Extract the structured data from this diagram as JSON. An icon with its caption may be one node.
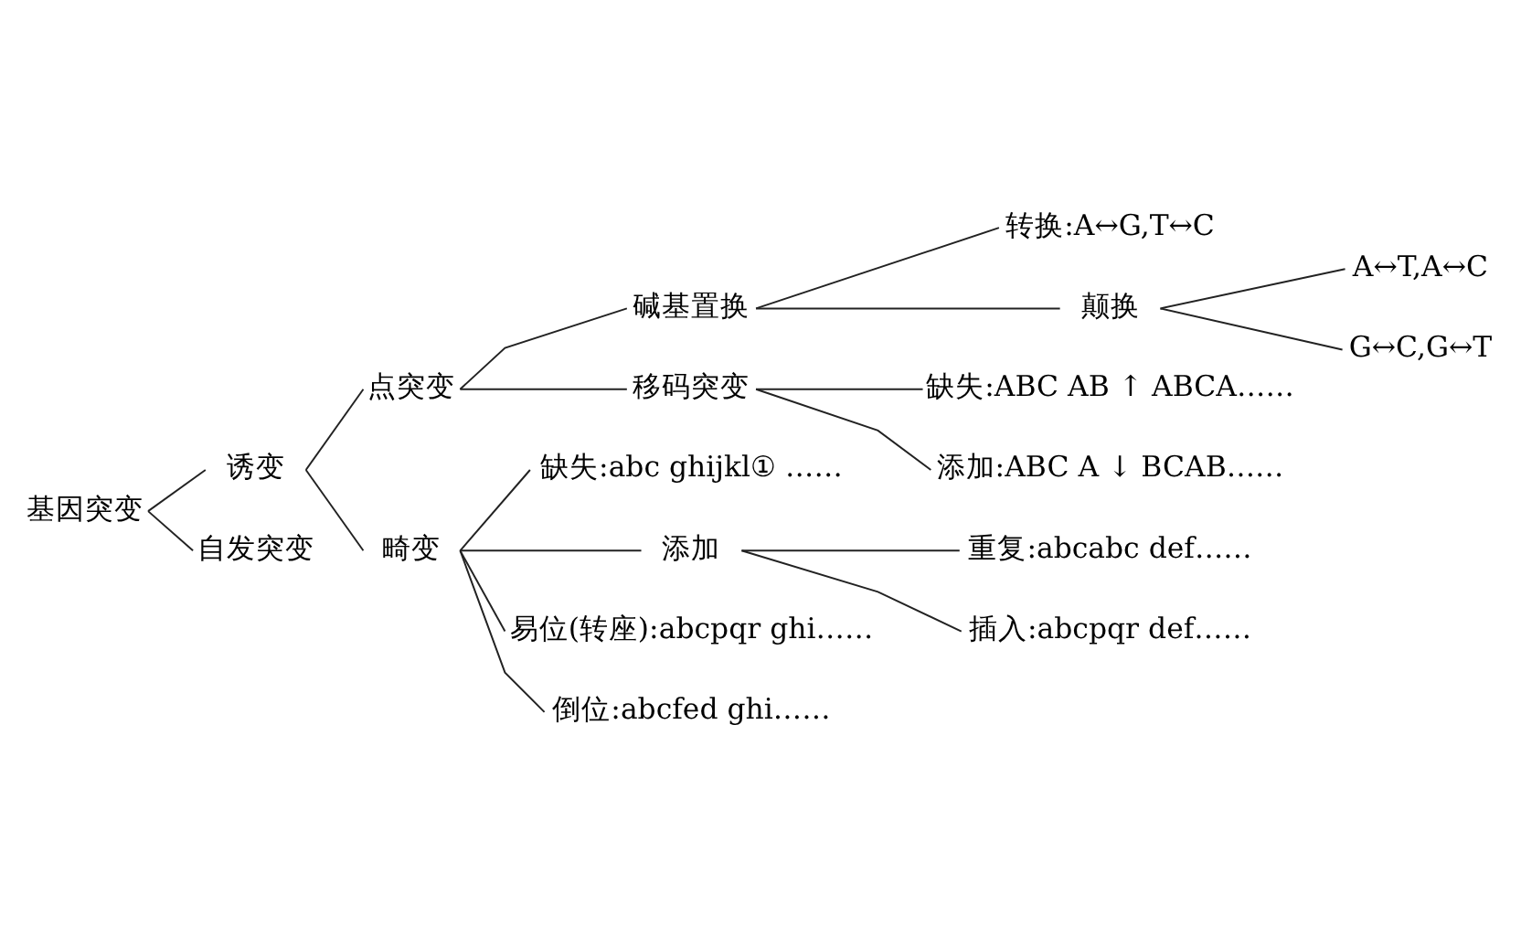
{
  "diagram": {
    "nodes": [
      {
        "text": [
          "基因突变"
        ]
      },
      {
        "text": [
          "诱变"
        ]
      },
      {
        "text": [
          "点突变"
        ]
      },
      {
        "text": [
          "碱基置换"
        ]
      },
      {
        "text": [
          "转换:A↔G,T↔C"
        ]
      },
      {
        "text": [
          "颠换"
        ]
      },
      {
        "text": [
          "A↔T,A↔C"
        ]
      },
      {
        "text": [
          "G↔C,G↔T"
        ]
      },
      {
        "text": [
          "移码突变"
        ]
      },
      {
        "text": [
          "缺失:ABC AB ↑ ABCA……"
        ]
      },
      {
        "text": [
          "添加:ABC A ↓ BCAB……"
        ]
      },
      {
        "text": [
          "畸变"
        ]
      },
      {
        "text": [
          "缺失:abc ghijkl① ……"
        ]
      },
      {
        "text": [
          "添加"
        ]
      },
      {
        "text": [
          "重复:abcabc def……"
        ]
      },
      {
        "text": [
          "插入:abcpqr def……"
        ]
      },
      {
        "text": [
          "易位(转座):abcpqr ghi……"
        ]
      },
      {
        "text": [
          "倒位:abcfed ghi……"
        ]
      },
      {
        "text": [
          "自发突变"
        ]
      }
    ],
    "edges": [
      {
        "from": 0,
        "to": 1,
        "arrow": "none"
      },
      {
        "from": 0,
        "to": 18,
        "arrow": "none"
      },
      {
        "from": 1,
        "to": 2,
        "arrow": "none"
      },
      {
        "from": 1,
        "to": 11,
        "arrow": "none"
      },
      {
        "from": 2,
        "to": 3,
        "arrow": "none"
      },
      {
        "from": 2,
        "to": 8,
        "arrow": "none"
      },
      {
        "from": 3,
        "to": 4,
        "arrow": "none"
      },
      {
        "from": 3,
        "to": 5,
        "arrow": "none"
      },
      {
        "from": 5,
        "to": 6,
        "arrow": "none"
      },
      {
        "from": 5,
        "to": 7,
        "arrow": "none"
      },
      {
        "from": 8,
        "to": 9,
        "arrow": "none"
      },
      {
        "from": 8,
        "to": 10,
        "arrow": "none"
      },
      {
        "from": 11,
        "to": 12,
        "arrow": "none"
      },
      {
        "from": 11,
        "to": 13,
        "arrow": "none"
      },
      {
        "from": 13,
        "to": 14,
        "arrow": "none"
      },
      {
        "from": 13,
        "to": 15,
        "arrow": "none"
      },
      {
        "from": 11,
        "to": 16,
        "arrow": "none"
      },
      {
        "from": 11,
        "to": 17,
        "arrow": "none"
      }
    ]
  }
}
